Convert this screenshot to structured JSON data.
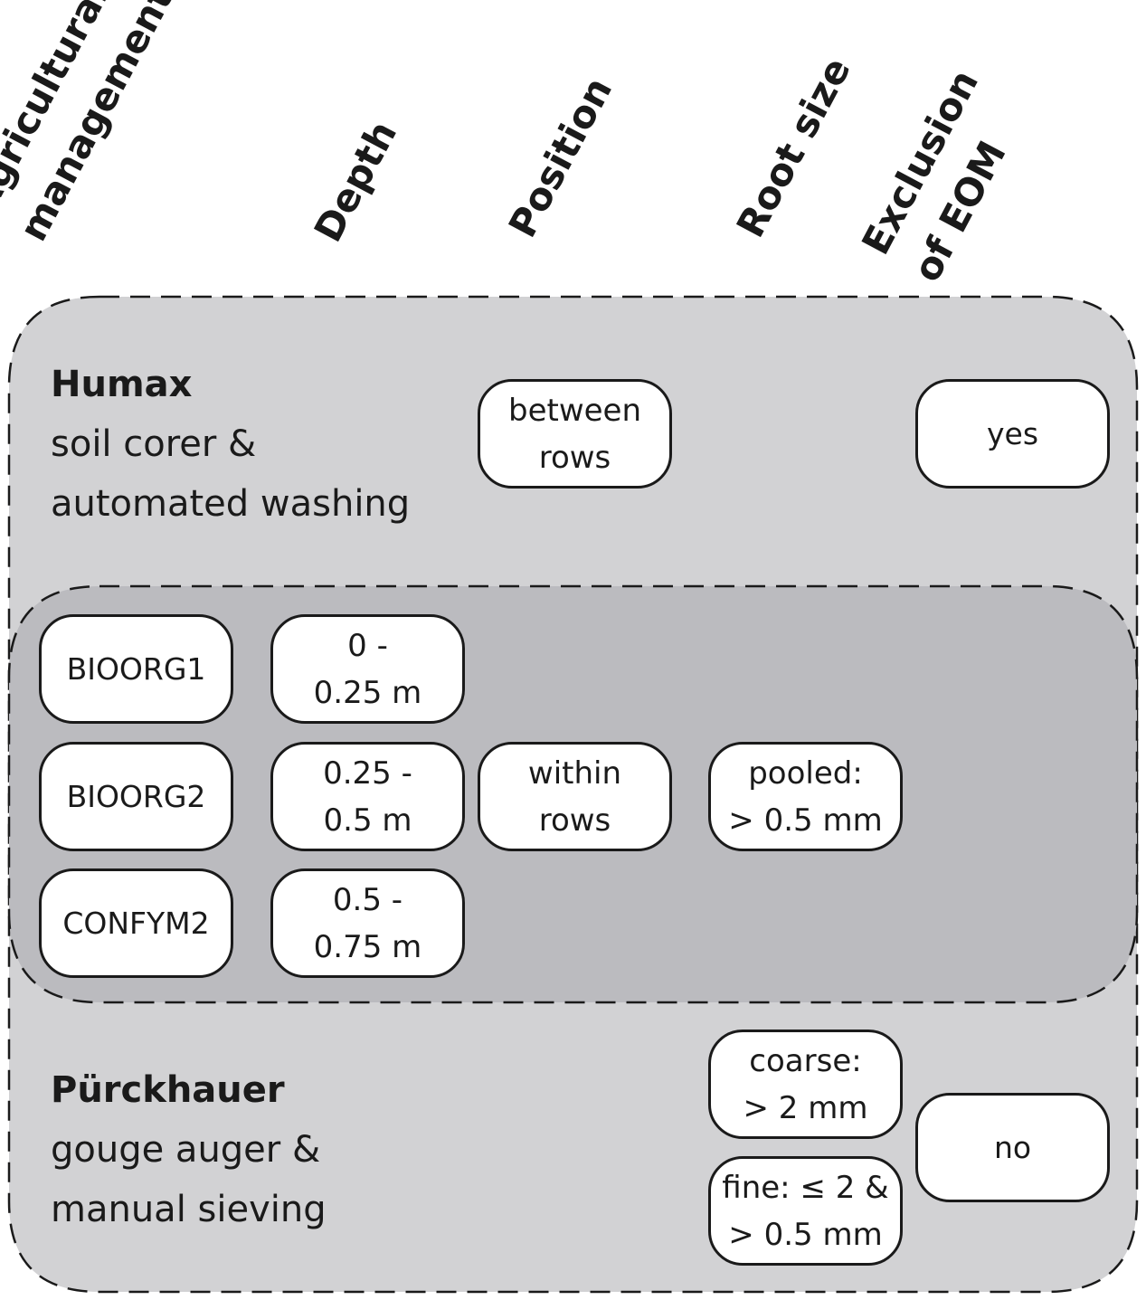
{
  "headers": {
    "agricultural_management": [
      "Agricultural",
      "management"
    ],
    "depth": "Depth",
    "position": "Position",
    "root_size": "Root size",
    "exclusion_of_eom": [
      "Exclusion",
      "of EOM"
    ]
  },
  "methods": {
    "humax": {
      "name": "Humax",
      "line1": "soil corer &",
      "line2": "automated washing"
    },
    "purckhauer": {
      "name": "Pürckhauer",
      "line1": "gouge auger &",
      "line2": "manual sieving"
    }
  },
  "boxes": {
    "position_humax": [
      "between",
      "rows"
    ],
    "eom_humax": "yes",
    "treatment_1": "BIOORG1",
    "treatment_2": "BIOORG2",
    "treatment_3": "CONFYM2",
    "depth_1": [
      "0 -",
      "0.25 m"
    ],
    "depth_2": [
      "0.25 -",
      "0.5 m"
    ],
    "depth_3": [
      "0.5 -",
      "0.75 m"
    ],
    "position_shared": [
      "within",
      "rows"
    ],
    "root_pooled": [
      "pooled:",
      "> 0.5 mm"
    ],
    "root_coarse": [
      "coarse:",
      "> 2 mm"
    ],
    "root_fine": [
      "fine: ≤ 2 &",
      "> 0.5 mm"
    ],
    "eom_purckhauer": "no"
  },
  "colors": {
    "outer_region": "#d2d2d4",
    "shared_region": "#bbbbbf",
    "border": "#1a1a1a",
    "box_fill": "#ffffff"
  }
}
